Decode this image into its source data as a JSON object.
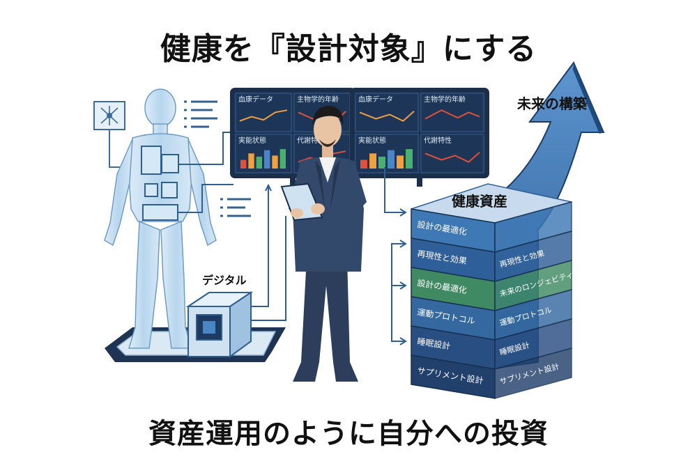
{
  "title": "健康を『設計対象』にする",
  "subtitle": "資産運用のように自分への投資",
  "labels": {
    "digital": "デジタル",
    "future": "未来の構築",
    "health_assets": "健康資産"
  },
  "dashboards": [
    {
      "panels": [
        {
          "title": "血康データ",
          "kind": "line"
        },
        {
          "title": "主物学的年齢",
          "kind": "line"
        },
        {
          "title": "実能状態",
          "kind": "bars"
        },
        {
          "title": "代謝特性",
          "kind": "line"
        }
      ]
    },
    {
      "panels": [
        {
          "title": "血康データ",
          "kind": "line"
        },
        {
          "title": "主物学的年齢",
          "kind": "line"
        },
        {
          "title": "実能状態",
          "kind": "bars"
        },
        {
          "title": "代謝特性",
          "kind": "line"
        }
      ]
    }
  ],
  "stack_layers": [
    {
      "left": "設計の最適化",
      "right": "",
      "color": "#3f79b5"
    },
    {
      "left": "再現性と効果",
      "right": "再現性と効果",
      "color": "#2f5f98"
    },
    {
      "left": "設計の最適化",
      "right": "未来のロンジェビティ",
      "color": "#3f8a63"
    },
    {
      "left": "運動プロトコル",
      "right": "運動プロトコル",
      "color": "#35689f"
    },
    {
      "left": "睡眠設計",
      "right": "睡眠設計",
      "color": "#294e82"
    },
    {
      "left": "サプリメント設計",
      "right": "サプリメント設計",
      "color": "#22406c"
    }
  ],
  "colors": {
    "dark_navy": "#1c2f4a",
    "screen_bg": "#1d3658",
    "line_orange": "#f0a040",
    "line_red": "#e0503a",
    "accent_blue": "#4a86c5",
    "body_blue": "#a9cde8"
  }
}
